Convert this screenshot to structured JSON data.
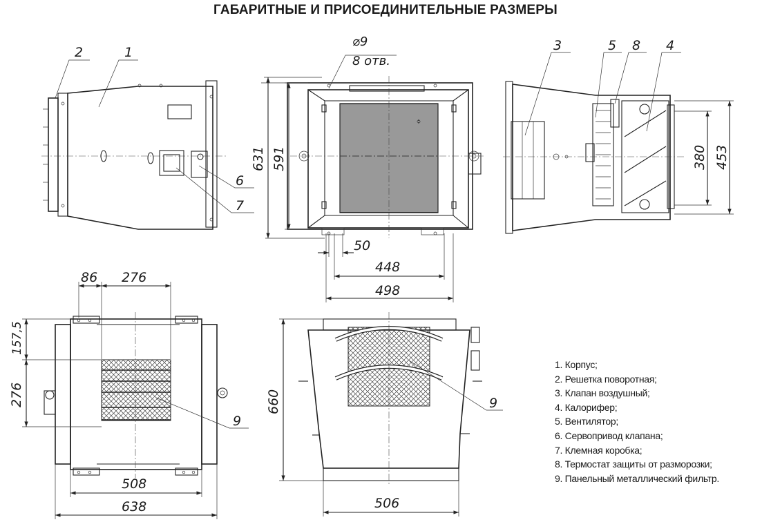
{
  "title": "ГАБАРИТНЫЕ И ПРИСОЕДИНИТЕЛЬНЫЕ РАЗМЕРЫ",
  "legend": [
    "1. Корпус;",
    "2. Решетка поворотная;",
    "3. Клапан воздушный;",
    "4. Калорифер;",
    "5. Вентилятор;",
    "6. Сервопривод клапана;",
    "7. Клемная коробка;",
    "8. Термостат защиты от разморозки;",
    "9. Панельный металлический фильтр."
  ],
  "callouts": {
    "c1": "1",
    "c2": "2",
    "c3": "3",
    "c4": "4",
    "c5": "5",
    "c6": "6",
    "c7": "7",
    "c8": "8",
    "c9a": "9",
    "c9b": "9"
  },
  "dimensions": {
    "hole_dia": "⌀9",
    "hole_count": "8 отв.",
    "d631": "631",
    "d591": "591",
    "d50": "50",
    "d448": "448",
    "d498": "498",
    "d380": "380",
    "d453": "453",
    "d86": "86",
    "d276_top": "276",
    "d157": "157,5",
    "d276_side": "276",
    "d508": "508",
    "d638": "638",
    "d660": "660",
    "d506": "506"
  }
}
